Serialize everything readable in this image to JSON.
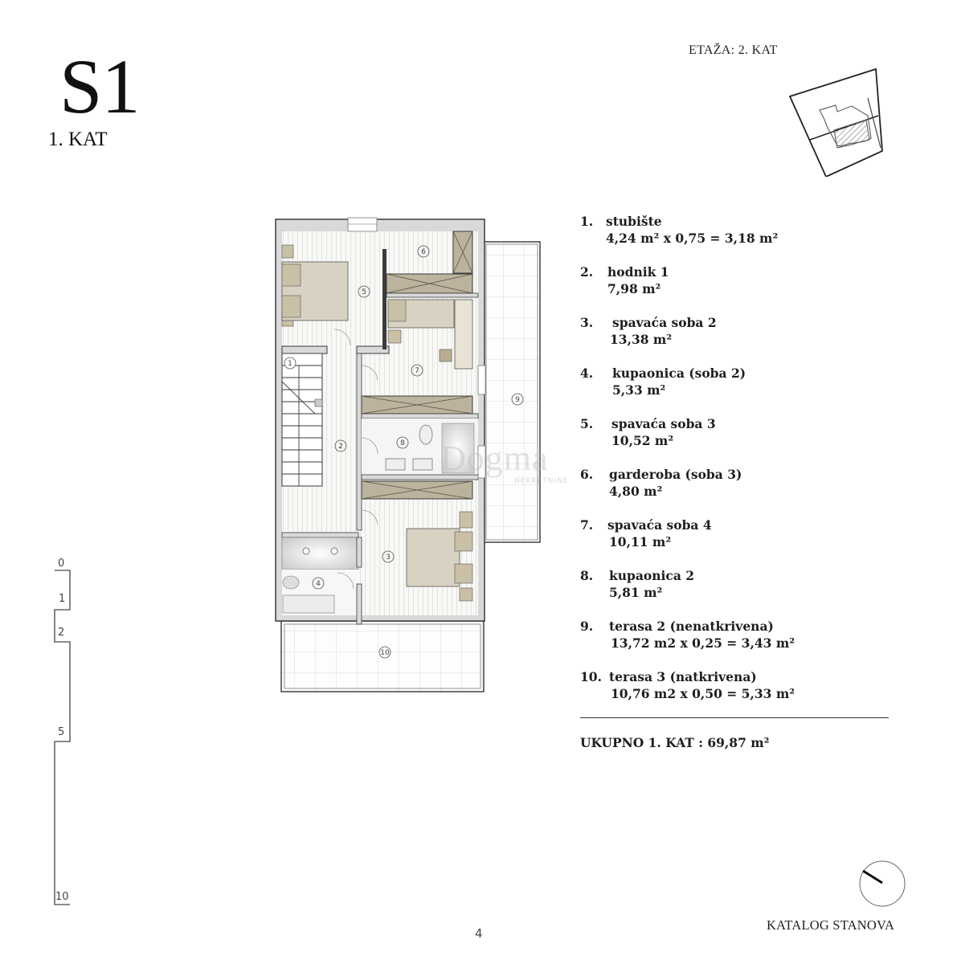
{
  "header": {
    "unit_code": "S1",
    "unit_floor": "1. KAT",
    "floor_indicator": "ETAŽA: 2. KAT"
  },
  "keyplan": {
    "icon": "site-keyplan-icon",
    "highlight": "hatched current unit"
  },
  "floor_plan": {
    "room_markers": [
      "1",
      "2",
      "3",
      "4",
      "5",
      "6",
      "7",
      "8",
      "9",
      "10"
    ],
    "watermark": "Dogma",
    "watermark_sub": "NEKRETNINE",
    "colors": {
      "wall": "#d9d9d9",
      "wall_stroke": "#3a3a3a",
      "floor": "#f7f7f5",
      "furniture": "#d8d2c2",
      "wardrobe": "#bcb39e",
      "terrace_tile": "#e6e6e6"
    }
  },
  "legend": {
    "items": [
      {
        "num": "1.",
        "name": "stubište",
        "area": "4,24 m² x 0,75 = 3,18 m²"
      },
      {
        "num": "2.",
        "name": "hodnik 1",
        "area": "7,98 m²"
      },
      {
        "num": "3.",
        "name": "spavaća soba 2",
        "area": "13,38 m²"
      },
      {
        "num": "4.",
        "name": "kupaonica (soba 2)",
        "area": "5,33 m²"
      },
      {
        "num": "5.",
        "name": "spavaća soba 3",
        "area": "10,52 m²"
      },
      {
        "num": "6.",
        "name": "garderoba (soba 3)",
        "area": "4,80 m²"
      },
      {
        "num": "7.",
        "name": "spavaća soba 4",
        "area": "10,11 m²"
      },
      {
        "num": "8.",
        "name": "kupaonica 2",
        "area": "5,81 m²"
      },
      {
        "num": "9.",
        "name": "terasa 2 (nenatkrivena)",
        "area": "13,72 m2 x 0,25 = 3,43 m²"
      },
      {
        "num": "10.",
        "name": "terasa 3 (natkrivena)",
        "area": "10,76 m2 x 0,50 = 5,33 m²"
      }
    ],
    "total": "UKUPNO 1. KAT : 69,87 m²"
  },
  "scale_bar": {
    "labels": [
      "0",
      "1",
      "2",
      "5",
      "10"
    ]
  },
  "footer": {
    "page_number": "4",
    "catalog_title": "KATALOG STANOVA",
    "compass_icon": "north-arrow-icon"
  }
}
